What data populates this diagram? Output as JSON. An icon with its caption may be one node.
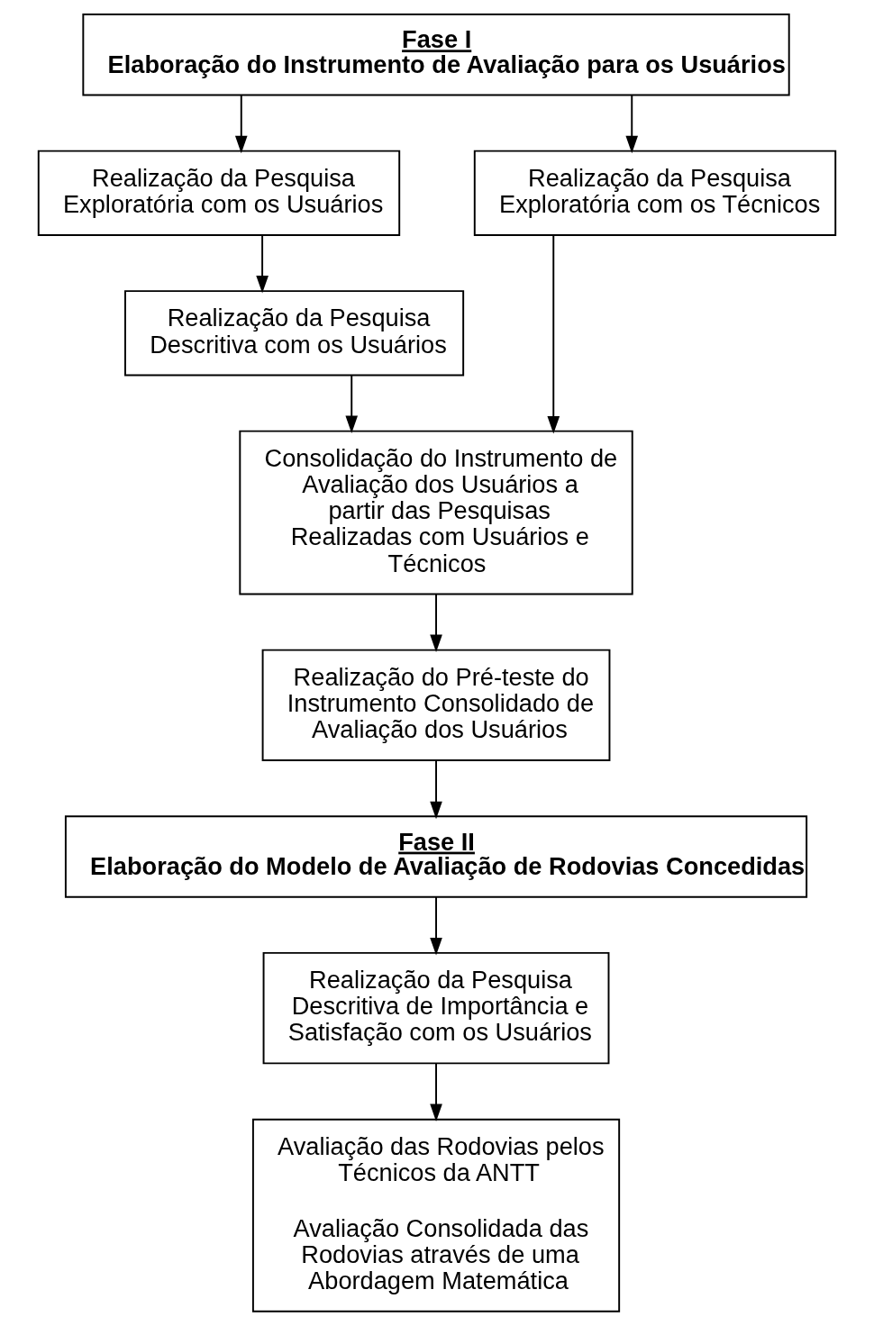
{
  "diagram": {
    "nodes": [
      {
        "text": [
          "Fase I",
          "Elaboração do Instrumento de Avaliação para os Usuários"
        ]
      },
      {
        "text": [
          "Realização da Pesquisa Exploratória com os Usuários"
        ]
      },
      {
        "text": [
          "Realização da Pesquisa Descritiva com os Usuários"
        ]
      },
      {
        "text": [
          "Realização da Pesquisa Exploratória com os Técnicos"
        ]
      },
      {
        "text": [
          "Consolidação do Instrumento de Avaliação dos Usuários a partir das Pesquisas Realizadas com Usuários e Técnicos"
        ]
      },
      {
        "text": [
          "Realização do Pré-teste do Instrumento Consolidado de Avaliação dos Usuários"
        ]
      },
      {
        "text": [
          "Fase II",
          "Elaboração do Modelo de Avaliação de Rodovias Concedidas"
        ]
      },
      {
        "text": [
          "Realização da Pesquisa Descritiva de Importância e Satisfação com os Usuários"
        ]
      },
      {
        "text": [
          "Avaliação das Rodovias pelos Técnicos da ANTT",
          "Avaliação Consolidada das Rodovias através de uma Abordagem Matemática"
        ]
      }
    ],
    "edges": [
      {
        "from": 0,
        "to": 1,
        "arrow": "to"
      },
      {
        "from": 0,
        "to": 3,
        "arrow": "to"
      },
      {
        "from": 1,
        "to": 2,
        "arrow": "to"
      },
      {
        "from": 2,
        "to": 4,
        "arrow": "to"
      },
      {
        "from": 3,
        "to": 4,
        "arrow": "to"
      },
      {
        "from": 4,
        "to": 5,
        "arrow": "to"
      },
      {
        "from": 5,
        "to": 6,
        "arrow": "to"
      },
      {
        "from": 6,
        "to": 7,
        "arrow": "to"
      },
      {
        "from": 7,
        "to": 8,
        "arrow": "to"
      }
    ]
  }
}
